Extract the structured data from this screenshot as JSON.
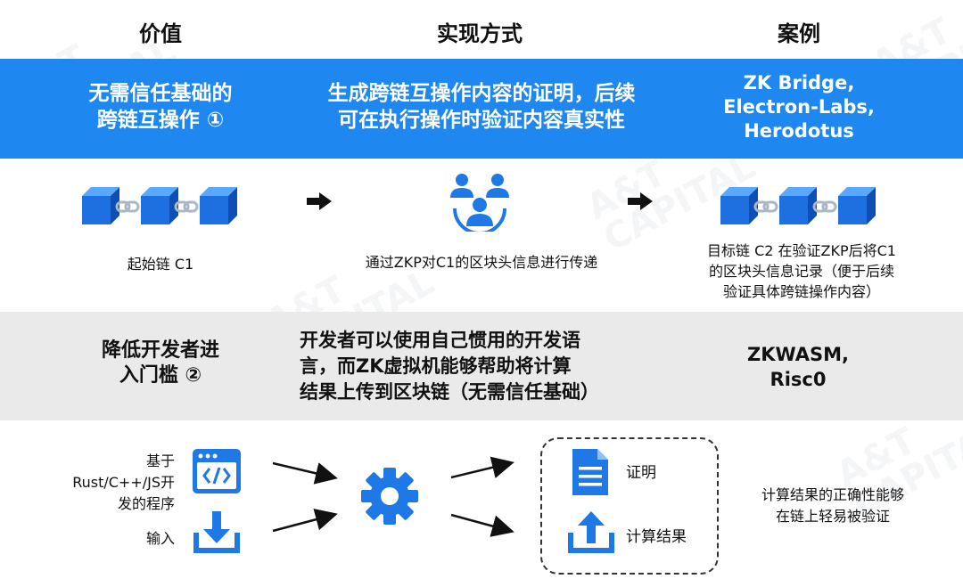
{
  "headers": {
    "value": "价值",
    "method": "实现方式",
    "case": "案例"
  },
  "row1": {
    "value_lines": [
      "无需信任基础的",
      "跨链互操作 ①"
    ],
    "method_lines": [
      "生成跨链互操作内容的证明，后续",
      "可在执行操作时验证内容真实性"
    ],
    "case_lines": [
      "ZK Bridge,",
      "Electron-Labs,",
      "Herodotus"
    ],
    "source_label": "起始链 C1",
    "transfer_label": "通过ZKP对C1的区块头信息进行传递",
    "target_lines": [
      "目标链 C2 在验证ZKP后将C1",
      "的区块头信息记录（便于后续",
      "验证具体跨链操作内容）"
    ]
  },
  "row2": {
    "value_lines": [
      "降低开发者进",
      "入门槛 ②"
    ],
    "method_lines": [
      "开发者可以使用自己惯用的开发语",
      "言，而ZK虚拟机能够帮助将计算",
      "结果上传到区块链（无需信任基础）"
    ],
    "case_lines": [
      "ZKWASM,",
      "Risc0"
    ],
    "program_lines": [
      "基于",
      "Rust/C++/JS开",
      "发的程序"
    ],
    "input_label": "输入",
    "proof_label": "证明",
    "result_label": "计算结果",
    "verify_lines": [
      "计算结果的正确性能够",
      "在链上轻易被验证"
    ]
  },
  "watermark": {
    "line1": "A&T",
    "line2": "CAPITAL"
  },
  "colors": {
    "blue_band": "#1E88F0",
    "gray_band": "#EAEAEA",
    "icon_blue": "#1E78E6",
    "cube_front": "#1E6FE0"
  }
}
